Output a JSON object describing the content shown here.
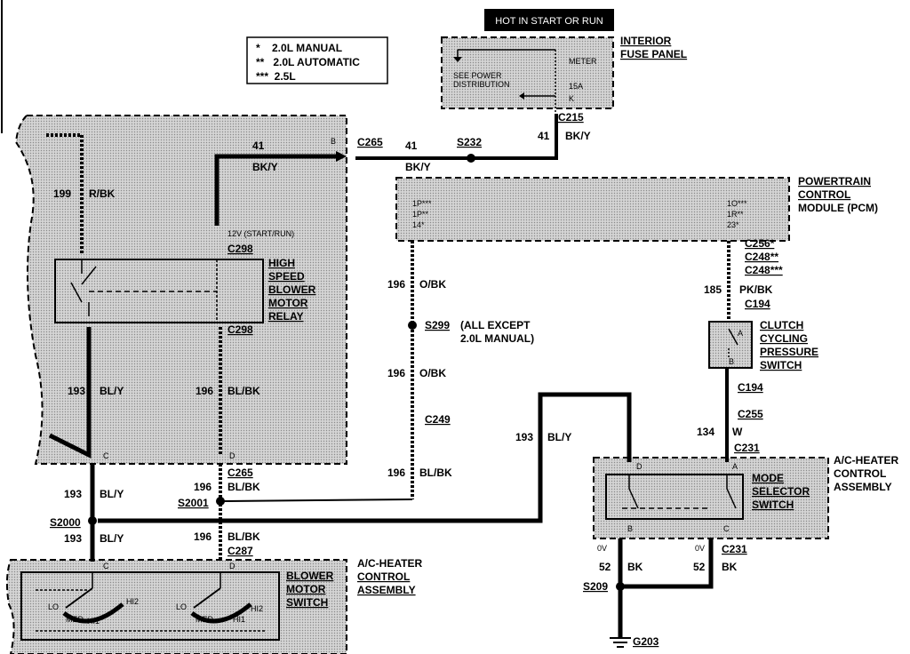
{
  "header": {
    "hot_label": "HOT IN START OR RUN"
  },
  "legend": {
    "items": [
      "*    2.0L MANUAL",
      "**   2.0L AUTOMATIC",
      "***  2.5L"
    ]
  },
  "fuse_panel": {
    "title_1": "INTERIOR",
    "title_2": "FUSE PANEL",
    "see_1": "SEE POWER",
    "see_2": "DISTRIBUTION",
    "meter": "METER",
    "amps": "15A",
    "k": "K"
  },
  "pcm": {
    "title_1": "POWERTRAIN",
    "title_2": "CONTROL",
    "title_3": "MODULE (PCM)",
    "left_pins": [
      "1P***",
      "1P**",
      "14*"
    ],
    "right_pins": [
      "1O***",
      "1R**",
      "23*"
    ]
  },
  "relay": {
    "label": [
      "HIGH",
      "SPEED",
      "BLOWER",
      "MOTOR",
      "RELAY"
    ],
    "pin_b": "B",
    "pin_c": "C",
    "pin_d": "D",
    "power": "12V (START/RUN)"
  },
  "clutch": {
    "label": [
      "CLUTCH",
      "CYCLING",
      "PRESSURE",
      "SWITCH"
    ],
    "pin_a": "A",
    "pin_b": "B"
  },
  "mode_switch": {
    "title_1": "A/C-HEATER",
    "title_2": "CONTROL",
    "title_3": "ASSEMBLY",
    "label": [
      "MODE",
      "SELECTOR",
      "SWITCH"
    ],
    "pin_d": "D",
    "pin_a": "A",
    "pin_b": "B",
    "pin_c": "C",
    "volt_1": "0V",
    "volt_2": "0V"
  },
  "blower": {
    "title_1": "A/C-HEATER",
    "title_2": "CONTROL",
    "title_3": "ASSEMBLY",
    "label": [
      "BLOWER",
      "MOTOR",
      "SWITCH"
    ],
    "pin_c": "C",
    "pin_d": "D",
    "lo": "LO",
    "med": "MED",
    "hi1": "HI1",
    "hi2": "HI2"
  },
  "connectors": {
    "c215": "C215",
    "c265_top": "C265",
    "c298_top": "C298",
    "c298_bot": "C298",
    "c256": "C256*",
    "c248a": "C248**",
    "c248b": "C248***",
    "c194_top": "C194",
    "c194_bot": "C194",
    "c255": "C255",
    "c231_top": "C231",
    "c231_bot": "C231",
    "c249": "C249",
    "c265_bot": "C265",
    "c287": "C287"
  },
  "splices": {
    "s232": "S232",
    "s299": "S299",
    "s299_note_1": "(ALL EXCEPT",
    "s299_note_2": "2.0L MANUAL)",
    "s2000": "S2000",
    "s2001": "S2001",
    "s209": "S209",
    "g203": "G203"
  },
  "wires": {
    "w41a": "41",
    "w41a_c": "BK/Y",
    "w41b": "41",
    "w41b_c": "BK/Y",
    "w41c": "41",
    "w41c_c": "BK/Y",
    "w199": "199",
    "w199_c": "R/BK",
    "w193a": "193",
    "w193a_c": "BL/Y",
    "w196a": "196",
    "w196a_c": "BL/BK",
    "w196o1": "196",
    "w196o1_c": "O/BK",
    "w196o2": "196",
    "w196o2_c": "O/BK",
    "w196bl": "196",
    "w196bl_c": "BL/BK",
    "w193b": "193",
    "w193b_c": "BL/Y",
    "w193c": "193",
    "w193c_c": "BL/Y",
    "w193d": "193",
    "w193d_c": "BL/Y",
    "w196b": "196",
    "w196b_c": "BL/BK",
    "w196c": "196",
    "w196c_c": "BL/BK",
    "w185": "185",
    "w185_c": "PK/BK",
    "w134": "134",
    "w134_c": "W",
    "w52a": "52",
    "w52a_c": "BK",
    "w52b": "52",
    "w52b_c": "BK"
  }
}
